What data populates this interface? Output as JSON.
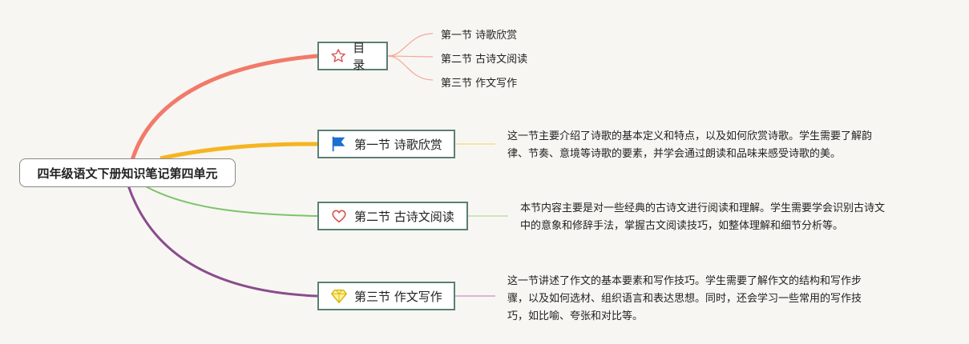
{
  "root": {
    "title": "四年级语文下册知识笔记第四单元"
  },
  "branches": [
    {
      "label": "目录",
      "icon": "star-icon",
      "color": "#f17a6a",
      "children": [
        "第一节 诗歌欣赏",
        "第二节 古诗文阅读",
        "第三节 作文写作"
      ]
    },
    {
      "label": "第一节 诗歌欣赏",
      "icon": "flag-icon",
      "color": "#f5b520",
      "desc_lines": [
        "这一节主要介绍了诗歌的基本定义和特点，以及如何欣赏诗歌。学生需要了解韵",
        "律、节奏、意境等诗歌的要素，并学会通过朗读和品味来感受诗歌的美。"
      ]
    },
    {
      "label": "第二节 古诗文阅读",
      "icon": "heart-icon",
      "color": "#7cc46a",
      "desc_lines": [
        "本节内容主要是对一些经典的古诗文进行阅读和理解。学生需要学会识别古诗文",
        "中的意象和修辞手法，掌握古文阅读技巧，如整体理解和细节分析等。"
      ]
    },
    {
      "label": "第三节 作文写作",
      "icon": "diamond-icon",
      "color": "#8a4c8e",
      "desc_lines": [
        "这一节讲述了作文的基本要素和写作技巧。学生需要了解作文的结构和写作步",
        "骤，以及如何选材、组织语言和表达思想。同时，还会学习一些常用的写作技",
        "巧，如比喻、夸张和对比等。"
      ]
    }
  ]
}
